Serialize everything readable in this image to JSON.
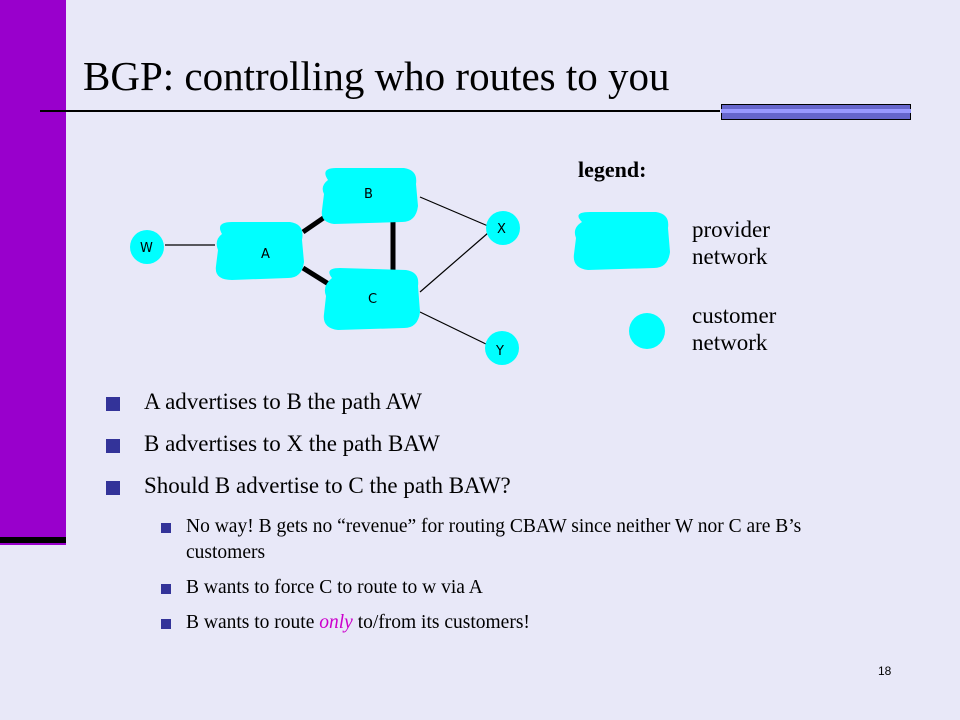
{
  "slide": {
    "title": "BGP: controlling who routes to you",
    "page_number": "18"
  },
  "diagram": {
    "nodes": {
      "W": "W",
      "A": "A",
      "B": "B",
      "C": "C",
      "X": "X",
      "Y": "Y"
    },
    "legend": {
      "title": "legend:",
      "provider_line1": "provider",
      "provider_line2": "network",
      "customer_line1": "customer",
      "customer_line2": "network"
    },
    "colors": {
      "network_fill": "#00ffff",
      "bullet": "#333399",
      "left_bar": "#9900cc",
      "emphasis": "#cc00cc"
    }
  },
  "bullets": {
    "b1": "A advertises to B the path AW",
    "b2": "B advertises to X the path BAW",
    "b3": "Should B advertise to C the path BAW?",
    "sub1": "No way! B gets no “revenue” for routing CBAW since neither W nor C are B’s customers",
    "sub2": "B wants to force C to route to w via A",
    "sub3_before": "B wants to route ",
    "sub3_em": "only",
    "sub3_after": " to/from its customers!"
  }
}
